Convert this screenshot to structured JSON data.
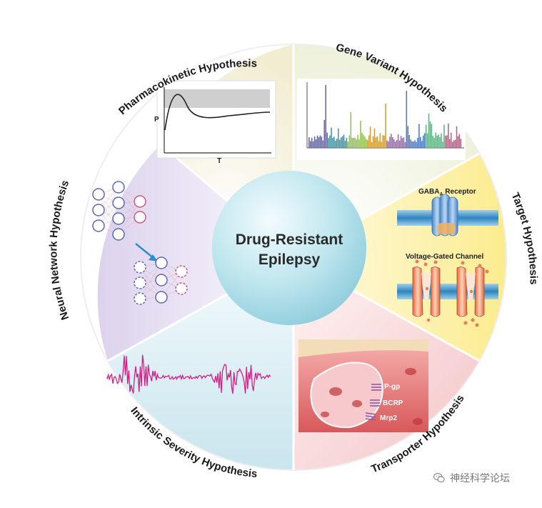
{
  "center": {
    "line1": "Drug-Resistant",
    "line2": "Epilepsy"
  },
  "sectors": {
    "pharmacokinetic": "Pharmacokinetic Hypothesis",
    "gene_variant": "Gene Variant Hypothesis",
    "target": "Target Hypothesis",
    "transporter": "Transporter Hypothesis",
    "intrinsic_severity": "Intrinsic Severity Hypothesis",
    "neural_network": "Neural Network Hypothesis"
  },
  "pk_plot": {
    "y_axis_label": "P",
    "x_axis_label": "T"
  },
  "target_panel": {
    "gaba_label": "GABA",
    "gaba_subscript": "A",
    "gaba_suffix": " Receptor",
    "vgc_label": "Voltage-Gated Channel"
  },
  "transporter_panel": {
    "labels": [
      "P-gp",
      "BCRP",
      "Mrp2"
    ]
  },
  "watermark": {
    "text": "神经科学论坛"
  },
  "colors": {
    "pharmacokinetic": "#f4efd6",
    "gene_variant": "#eef1dc",
    "target": "#fdf4b8",
    "transporter": "#f8d6d6",
    "intrinsic_severity": "#d7ecf2",
    "neural_network": "#e6e0f0",
    "center_sphere": "#9fd6e2",
    "eeg_trace": "#d21f85"
  }
}
